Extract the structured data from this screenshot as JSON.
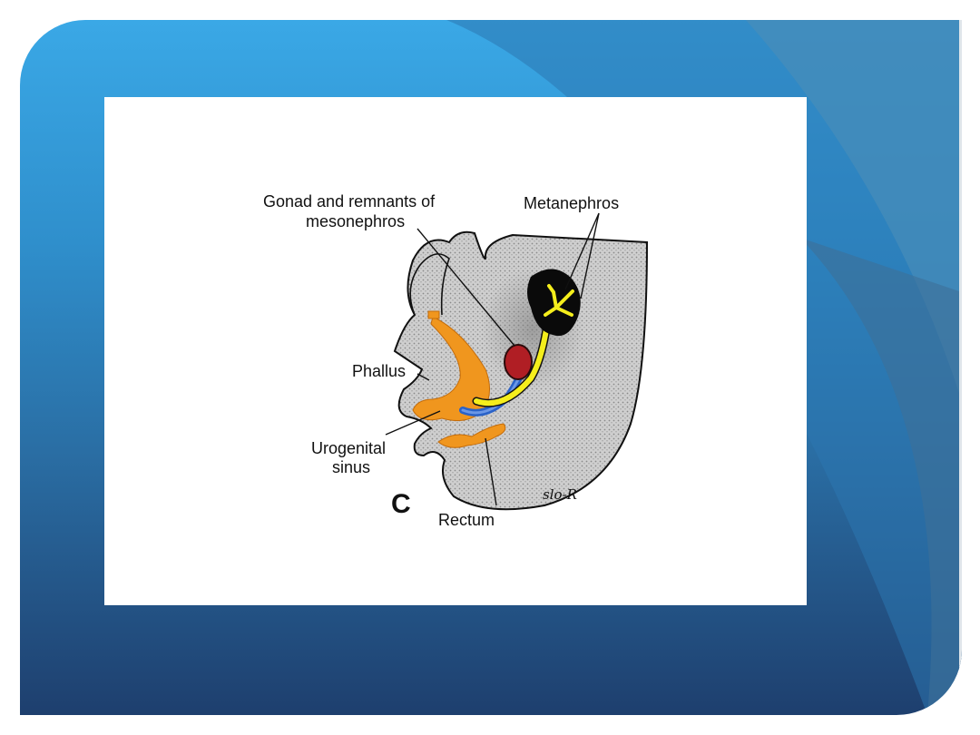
{
  "slide": {
    "accent": "#3aa8e6",
    "dark": "#1e3f6e"
  },
  "figure": {
    "labels": {
      "gonad_line1": "Gonad and remnants of",
      "gonad_line2": "mesonephros",
      "metanephros": "Metanephros",
      "phallus": "Phallus",
      "urogenital_line1": "Urogenital",
      "urogenital_line2": "sinus",
      "rectum": "Rectum",
      "panel_letter": "C",
      "signature": "slo-R"
    },
    "colors": {
      "gonad": "#b01e24",
      "duct_blue": "#2a62c8",
      "ureter_yellow": "#f5ee1c",
      "sinus_orange": "#f0961e",
      "kidney": "#0a0a0a",
      "body_gray": "#c9c9c9"
    }
  }
}
